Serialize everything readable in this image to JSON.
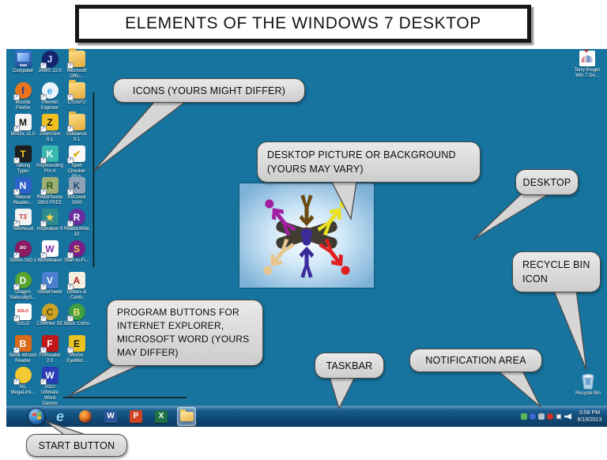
{
  "title": "ELEMENTS OF THE WINDOWS 7 DESKTOP",
  "colors": {
    "desktop_background": "#16749f",
    "taskbar_top": "#1d5d92",
    "taskbar_bottom": "#0d3c63",
    "callout_fill": "#d8d8d8",
    "callout_border": "#4a4a4a"
  },
  "callouts": {
    "icons": "ICONS (YOURS MIGHT DIFFER)",
    "desktop_picture": "DESKTOP PICTURE OR BACKGROUND (YOURS MAY VARY)",
    "desktop": "DESKTOP",
    "recycle_bin": "RECYCLE BIN ICON",
    "program_buttons": "PROGRAM BUTTONS FOR INTERNET EXPLORER, MICROSOFT WORD (YOURS MAY DIFFER)",
    "taskbar": "TASKBAR",
    "notification_area": "NOTIFICATION AREA",
    "start_button": "START BUTTON"
  },
  "desktop": {
    "icons": [
      {
        "label": "Computer",
        "kind": "monitor",
        "letter": "",
        "bg": "",
        "fg": "",
        "shortcut": false
      },
      {
        "label": "JAWS 12.0",
        "kind": "circle",
        "letter": "J",
        "bg": "#15246e",
        "fg": "#cfe4ff"
      },
      {
        "label": "Microsoft Offic...",
        "kind": "folder",
        "letter": "",
        "bg": "",
        "fg": ""
      },
      {
        "label": "Mozilla Firefox",
        "kind": "circle",
        "letter": "f",
        "bg": "#e8741e",
        "fg": "#28408c"
      },
      {
        "label": "Internet Explorer",
        "kind": "circle",
        "letter": "e",
        "bg": "#eaf4fc",
        "fg": "#2fa3e8"
      },
      {
        "label": "CSS5F2",
        "kind": "folder",
        "letter": "",
        "bg": "",
        "fg": ""
      },
      {
        "label": "MAGic 11.0",
        "kind": "square",
        "letter": "M",
        "bg": "#f4f4f4",
        "fg": "#111111"
      },
      {
        "label": "ZoomText 9.1",
        "kind": "square",
        "letter": "Z",
        "bg": "#f0c020",
        "fg": "#111111"
      },
      {
        "label": "Guidance 9.1",
        "kind": "folder",
        "letter": "",
        "bg": "",
        "fg": ""
      },
      {
        "label": "Talking Typer",
        "kind": "square",
        "letter": "T",
        "bg": "#1d1d1d",
        "fg": "#f5c518"
      },
      {
        "label": "Keyboarding Pro 4",
        "kind": "square",
        "letter": "K",
        "bg": "#39b8b0",
        "fg": "#ffffff"
      },
      {
        "label": "Spell Checker Plus",
        "kind": "square",
        "letter": "✔",
        "bg": "#f7f7f7",
        "fg": "#d8a800"
      },
      {
        "label": "Natural Reader...",
        "kind": "square",
        "letter": "N",
        "bg": "#2b62c8",
        "fg": "#ffffff"
      },
      {
        "label": "ReadPlease 2003 FREE",
        "kind": "square",
        "letter": "R",
        "bg": "#9fae74",
        "fg": "#2d5a1e"
      },
      {
        "label": "Kurzweil 3000",
        "kind": "square",
        "letter": "K",
        "bg": "#8fa3b8",
        "fg": "#21446e"
      },
      {
        "label": "TextAloud",
        "kind": "square",
        "letter": "T3",
        "bg": "#f2f2f2",
        "fg": "#c03030"
      },
      {
        "label": "Inspiration 9",
        "kind": "square",
        "letter": "★",
        "bg": "#2e8b8f",
        "fg": "#ffd34d"
      },
      {
        "label": "Read&Write 10",
        "kind": "circle",
        "letter": "R",
        "bg": "#6a2ea0",
        "fg": "#ffffff"
      },
      {
        "label": "Simon SIO 1",
        "kind": "circle",
        "letter": "SIO",
        "bg": "#8b1a62",
        "fg": "#ffffff"
      },
      {
        "label": "WordMaker",
        "kind": "square",
        "letter": "W",
        "bg": "#ffffff",
        "fg": "#7a2ea0"
      },
      {
        "label": "Start-to-Fi...",
        "kind": "circle",
        "letter": "S",
        "bg": "#7a1f8a",
        "fg": "#f0d040"
      },
      {
        "label": "Dragon NaturallyS...",
        "kind": "circle",
        "letter": "D",
        "bg": "#58a32e",
        "fg": "#ffffff"
      },
      {
        "label": "VoicePower",
        "kind": "square",
        "letter": "V",
        "bg": "#4a7fd0",
        "fg": "#ffffff"
      },
      {
        "label": "Dollars & Cents",
        "kind": "square",
        "letter": "A",
        "bg": "#f5efe2",
        "fg": "#b02020"
      },
      {
        "label": "SOLO",
        "kind": "square",
        "letter": "SOLO",
        "bg": "#ffffff",
        "fg": "#d02020"
      },
      {
        "label": "CoWriter SE",
        "kind": "circle",
        "letter": "C",
        "bg": "#c9a227",
        "fg": "#5a4200"
      },
      {
        "label": "Basic Coins",
        "kind": "circle",
        "letter": "B",
        "bg": "#3f9e3f",
        "fg": "#ffe27a"
      },
      {
        "label": "Book Wizard Reader",
        "kind": "square",
        "letter": "B",
        "bg": "#d86a1a",
        "fg": "#ffffff"
      },
      {
        "label": "FSReader 2.0",
        "kind": "square",
        "letter": "F",
        "bg": "#c01818",
        "fg": "#ffffff"
      },
      {
        "label": "MAGic EyeMer...",
        "kind": "square",
        "letter": "E",
        "bg": "#e8c520",
        "fg": "#111111"
      },
      {
        "label": "IXL MegaLink...",
        "kind": "circle",
        "letter": "",
        "bg": "#f5c832",
        "fg": "#ffffff"
      },
      {
        "label": "2010 Ultimate Word Games",
        "kind": "square",
        "letter": "W",
        "bg": "#2a3bb8",
        "fg": "#ffffff"
      }
    ],
    "top_right_icon": {
      "label": "Terry Kruger Win 7 De..."
    },
    "recycle_bin_label": "Recycle Bin",
    "taskbar": {
      "program_buttons": [
        {
          "name": "internet-explorer-button",
          "kind": "glyph",
          "letter": "e",
          "fg": "#8fd4ff",
          "bg": "",
          "active": false
        },
        {
          "name": "firefox-button",
          "kind": "circle",
          "letter": "",
          "fg": "",
          "bg": "radial-gradient(circle at 35% 30%, #ffb050, #e06010 70%)",
          "active": false
        },
        {
          "name": "word-button",
          "kind": "tile",
          "letter": "W",
          "fg": "#ffffff",
          "bg": "#2b579a",
          "active": false
        },
        {
          "name": "powerpoint-button",
          "kind": "tile",
          "letter": "P",
          "fg": "#ffffff",
          "bg": "#d04423",
          "active": false
        },
        {
          "name": "excel-button",
          "kind": "tile",
          "letter": "X",
          "fg": "#ffffff",
          "bg": "#1e7145",
          "active": false
        },
        {
          "name": "windows-explorer-button",
          "kind": "folder",
          "letter": "",
          "fg": "",
          "bg": "",
          "active": true
        }
      ],
      "tray_icons": [
        {
          "name": "safely-remove-icon",
          "shape": "square",
          "color": "#58b858"
        },
        {
          "name": "security-shield-icon",
          "shape": "circle",
          "color": "#3a6ad0"
        },
        {
          "name": "tray-app-icon",
          "shape": "square",
          "color": "#b8c4cc"
        },
        {
          "name": "update-alert-icon",
          "shape": "circle",
          "color": "#d83020"
        },
        {
          "name": "display-icon",
          "shape": "monitor",
          "color": "#e8f0f6"
        },
        {
          "name": "volume-icon",
          "shape": "speaker",
          "color": "#e8f0f6"
        }
      ],
      "clock": {
        "time": "5:58 PM",
        "date": "8/19/2013"
      }
    }
  }
}
